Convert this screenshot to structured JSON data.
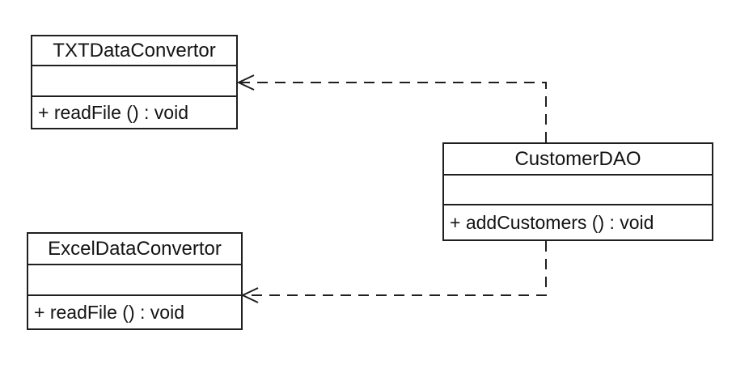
{
  "diagram": {
    "type": "uml-class-diagram",
    "background_color": "#ffffff",
    "line_color": "#1f1f1f",
    "text_color": "#141414",
    "classes": [
      {
        "name": "TXTDataConvertor",
        "attributes": [],
        "methods": [
          "+ readFile () : void"
        ]
      },
      {
        "name": "CustomerDAO",
        "attributes": [],
        "methods": [
          "+ addCustomers () : void"
        ]
      },
      {
        "name": "ExcelDataConvertor",
        "attributes": [],
        "methods": [
          "+ readFile () : void"
        ]
      }
    ],
    "relationships": [
      {
        "type": "dependency",
        "style": "dashed-open-arrow",
        "from": "CustomerDAO",
        "to": "TXTDataConvertor"
      },
      {
        "type": "dependency",
        "style": "dashed-open-arrow",
        "from": "CustomerDAO",
        "to": "ExcelDataConvertor"
      }
    ]
  }
}
